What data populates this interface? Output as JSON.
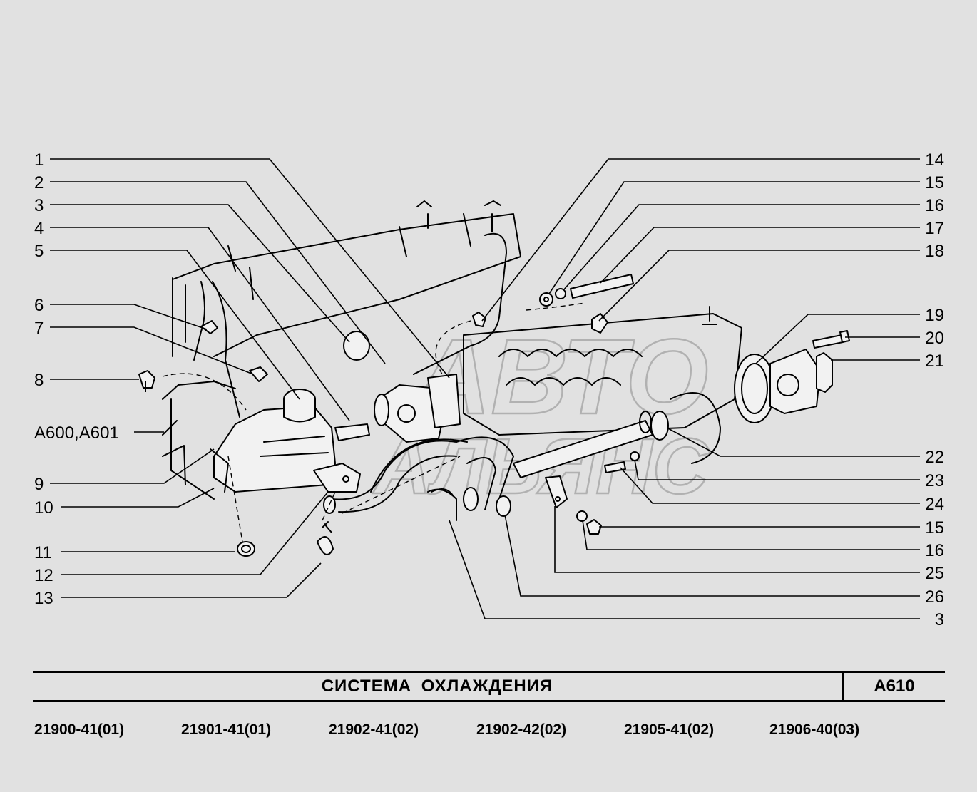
{
  "callouts_left": [
    "1",
    "2",
    "3",
    "4",
    "5",
    "6",
    "7",
    "8",
    "A600,A601",
    "9",
    "10",
    "11",
    "12",
    "13"
  ],
  "callouts_right": [
    "14",
    "15",
    "16",
    "17",
    "18",
    "19",
    "20",
    "21",
    "22",
    "23",
    "24",
    "15",
    "16",
    "25",
    "26",
    "3"
  ],
  "watermark": {
    "line1": "АВТО",
    "line2": "АЛЬЯНС"
  },
  "title": "СИСТЕМА  ОХЛАЖДЕНИЯ",
  "section_code": "A610",
  "models": [
    "21900-41(01)",
    "21901-41(01)",
    "21902-41(02)",
    "21902-42(02)",
    "21905-41(02)",
    "21906-40(03)"
  ]
}
